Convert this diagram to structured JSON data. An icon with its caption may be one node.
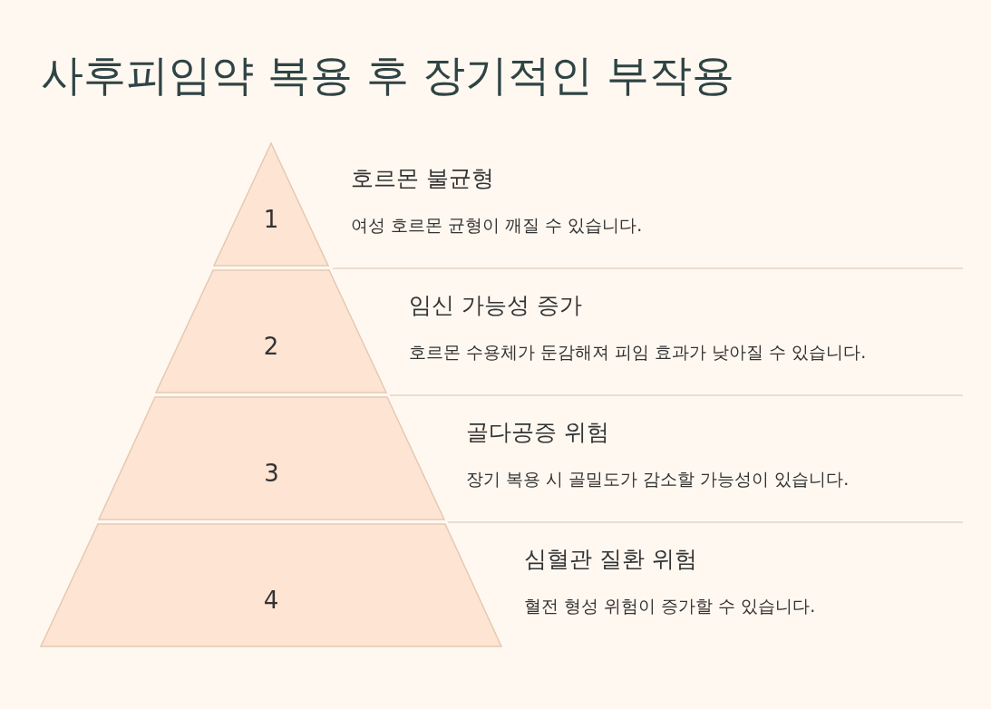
{
  "diagram": {
    "title": "사후피임약 복용 후 장기적인 부작용",
    "nodes": [
      {
        "text": [
          "1"
        ],
        "beside": [
          "호르몬 불균형",
          "여성 호르몬 균형이 깨질 수 있습니다."
        ]
      },
      {
        "text": [
          "2"
        ],
        "beside": [
          "임신 가능성 증가",
          "호르몬 수용체가 둔감해져 피임 효과가 낮아질 수 있습니다."
        ]
      },
      {
        "text": [
          "3"
        ],
        "beside": [
          "골다공증 위험",
          "장기 복용 시 골밀도가 감소할 가능성이 있습니다."
        ]
      },
      {
        "text": [
          "4"
        ],
        "beside": [
          "심혈관 질환 위험",
          "혈전 형성 위험이 증가할 수 있습니다."
        ]
      }
    ],
    "edges": []
  }
}
